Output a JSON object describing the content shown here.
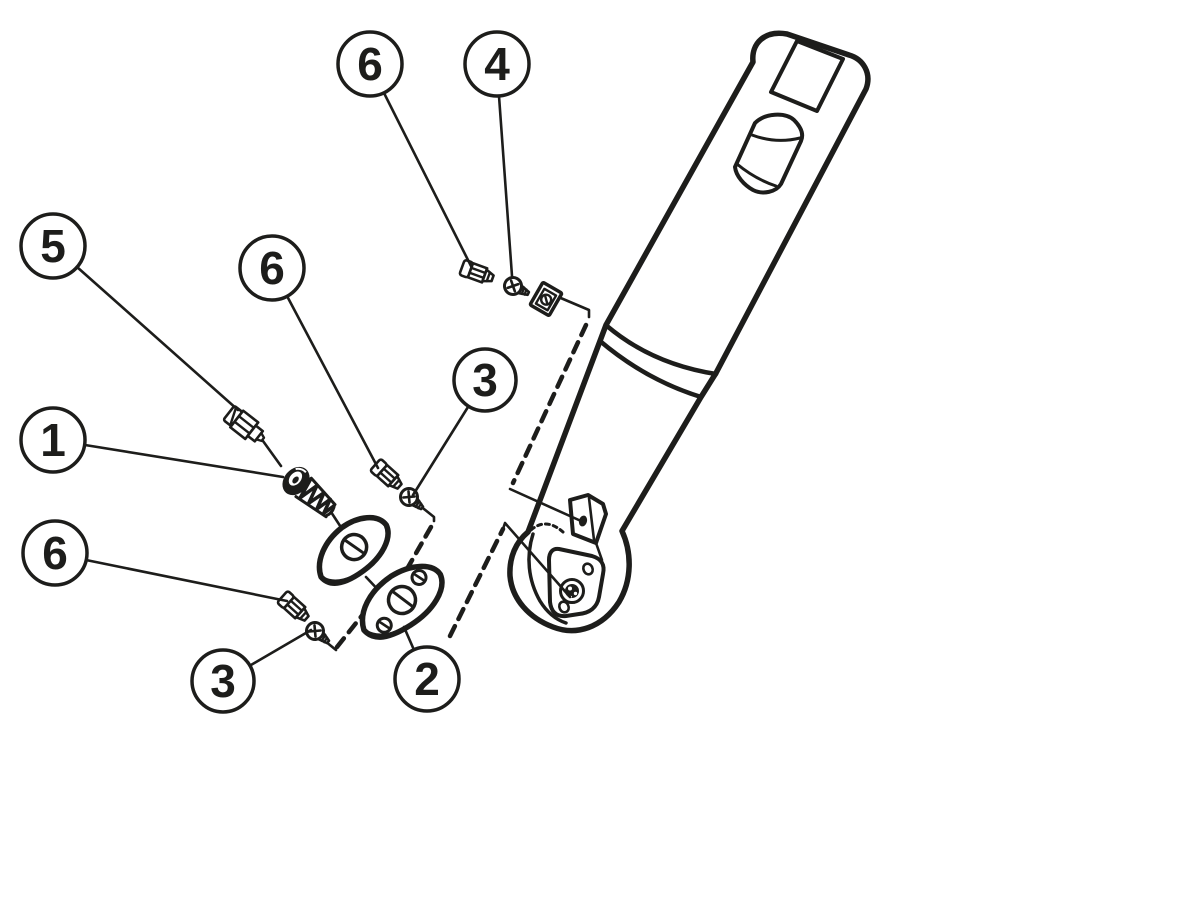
{
  "diagram": {
    "type": "exploded-parts-illustration",
    "background_color": "#ffffff",
    "line_color": "#1d1d1b",
    "callouts": [
      {
        "id": "callout-6-top",
        "label": "6"
      },
      {
        "id": "callout-4",
        "label": "4"
      },
      {
        "id": "callout-5",
        "label": "5"
      },
      {
        "id": "callout-6-middle",
        "label": "6"
      },
      {
        "id": "callout-3-upper",
        "label": "3"
      },
      {
        "id": "callout-1",
        "label": "1"
      },
      {
        "id": "callout-6-lower",
        "label": "6"
      },
      {
        "id": "callout-3-lower",
        "label": "3"
      },
      {
        "id": "callout-2",
        "label": "2"
      }
    ],
    "parts": [
      "tool-body",
      "ball-nose-head",
      "insert-seat-tab",
      "mounted-insert",
      "mounted-insert-screw",
      "upper-insert",
      "lower-insert",
      "insert-screw",
      "locking-pin",
      "clamp-block",
      "clamp-screw",
      "set-screw-top",
      "set-screw-middle",
      "set-screw-lower",
      "seat-screw-upper",
      "seat-screw-lower"
    ]
  }
}
